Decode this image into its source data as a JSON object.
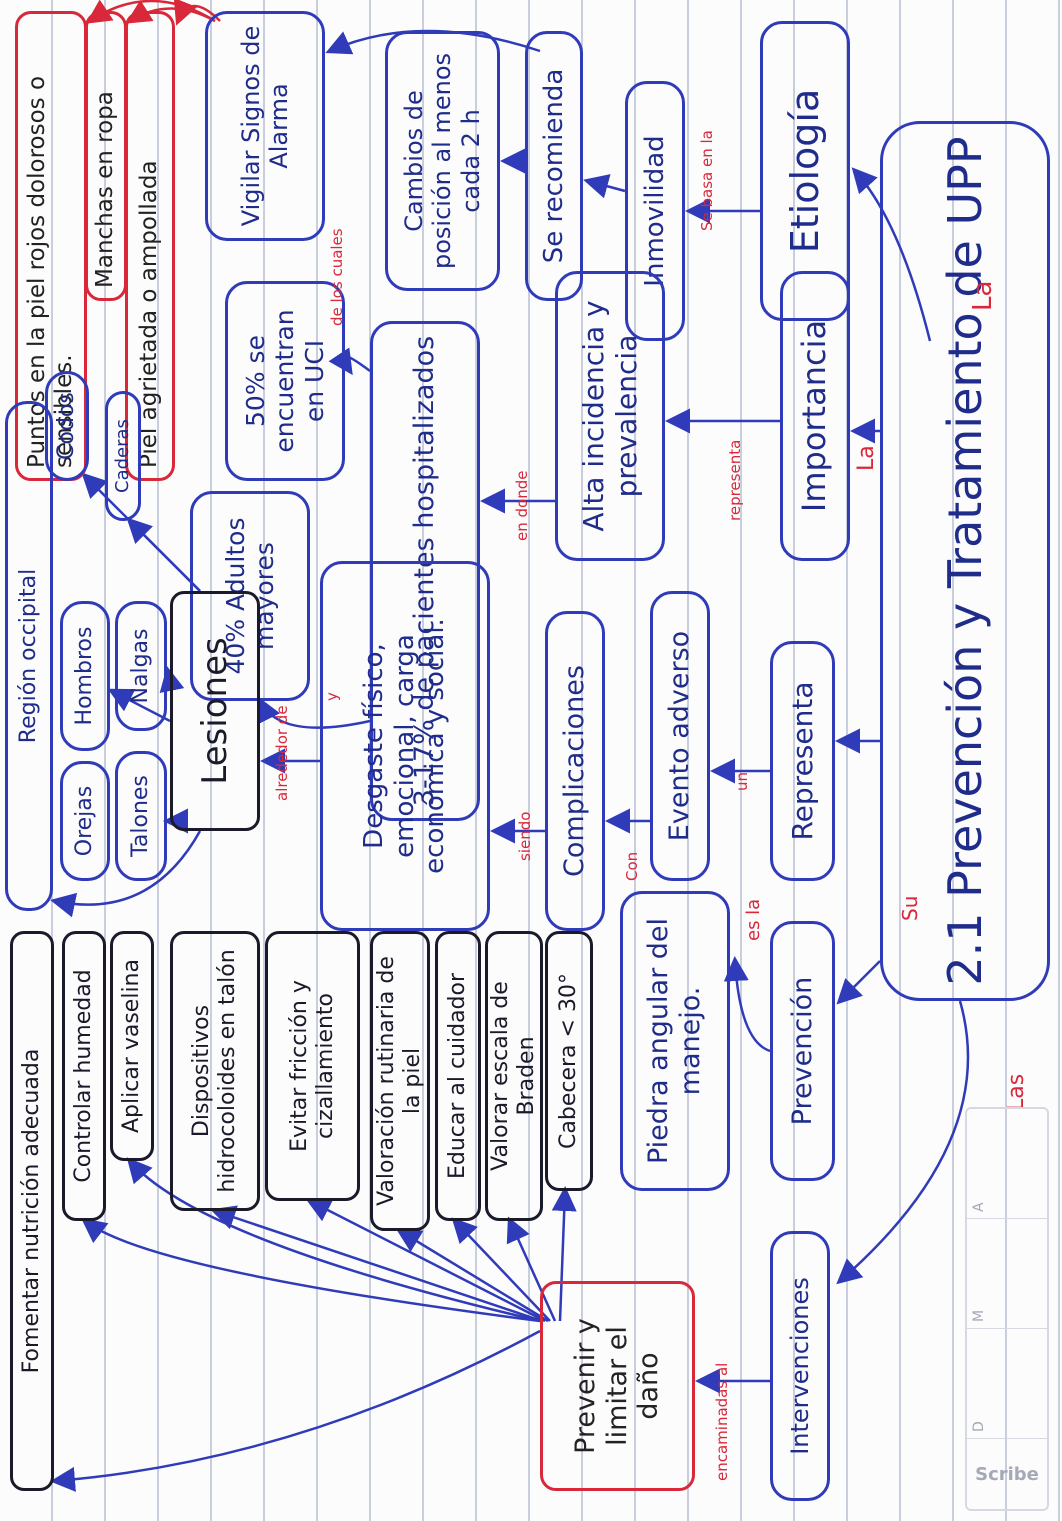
{
  "title": "2.1 Prevención y Tratamiento de UPP",
  "colors": {
    "ink_blue": "#2f3bb8",
    "ink_red": "#d8283a",
    "ink_black": "#1a1a2a"
  },
  "nodes": {
    "etiologia": "Etiología",
    "inmovilidad": "Inmovilidad",
    "se_recomienda": "Se recomienda",
    "cambios_posicion": "Cambios de posición al menos cada 2 h",
    "vigilar_signos": "Vigilar Signos de Alarma",
    "alarma_piel": "Piel agrietada o ampollada",
    "alarma_manchas": "Manchas en ropa",
    "alarma_puntos": "Puntos en la piel rojos dolorosos o sensibles.",
    "importancia": "Importancia",
    "alta_incidencia": "Alta incidencia y prevalencia",
    "porcentaje_hospitalizados": "3-17% de pacientes hospitalizados",
    "porcentaje_uci": "50% se encuentran en UCI",
    "porcentaje_adultos": "40% Adultos mayores",
    "representa": "Representa",
    "evento_adverso": "Evento adverso",
    "complicaciones": "Complicaciones",
    "desgaste": "Desgaste físico, emocional, carga económica y social.",
    "lesiones": "Lesiones",
    "sitio_caderas": "Caderas",
    "sitio_codos": "Codos",
    "sitio_nalgas": "Nalgas",
    "sitio_talones": "Talones",
    "sitio_hombros": "Hombros",
    "sitio_orejas": "Orejas",
    "sitio_occipital": "Región occipital",
    "prevencion": "Prevención",
    "piedra_angular": "Piedra angular del manejo.",
    "intervenciones": "Intervenciones",
    "prevenir_limitar": "Prevenir y limitar el daño",
    "int_cabecera": "Cabecera < 30°",
    "int_braden": "Valorar escala de Braden",
    "int_educar": "Educar al cuidador",
    "int_valoracion": "Valoración rutinaria de la piel",
    "int_friccion": "Evitar fricción y cizallamiento",
    "int_dispositivos": "Dispositivos hidrocoloides en talón",
    "int_vaselina": "Aplicar vaselina",
    "int_humedad": "Controlar humedad",
    "int_nutricion": "Fomentar nutrición adecuada"
  },
  "linkers": {
    "la1": "La",
    "se_basa": "Se basa en la",
    "la2": "La",
    "representa": "representa",
    "en_donde": "en donde",
    "de_los": "de los cuales",
    "y": "y",
    "un": "un",
    "con": "Con",
    "siendo": "siendo",
    "alrededor": "alrededor de",
    "es_la": "es la",
    "su": "Su",
    "las": "Las",
    "encaminadas": "encaminadas al"
  },
  "footer": {
    "logo": "Scribe",
    "days": [
      "D",
      "M",
      "A"
    ]
  }
}
